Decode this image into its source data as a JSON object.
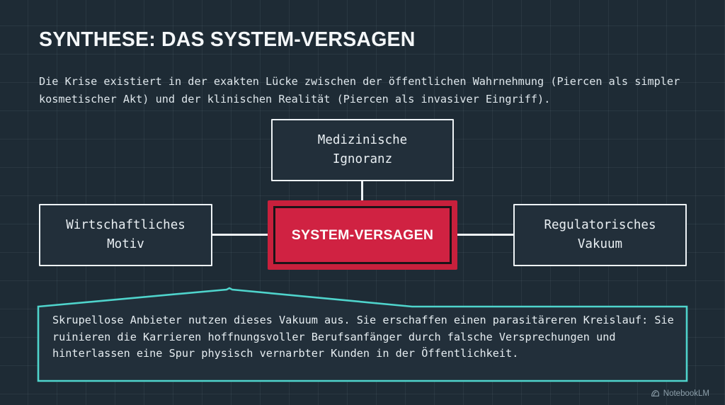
{
  "page": {
    "title": "SYNTHESE: DAS SYSTEM-VERSAGEN",
    "subtitle": "Die Krise existiert in der exakten Lücke zwischen der öffentlichen Wahrnehmung (Piercen als simpler kosmetischer Akt) und der klinischen Realität (Piercen als invasiver Eingriff)."
  },
  "diagram": {
    "center": {
      "label": "SYSTEM-VERSAGEN",
      "fill_color": "#d02242",
      "ring_color": "#c8203c"
    },
    "nodes": [
      {
        "id": "top",
        "label": "Medizinische\nIgnoranz",
        "line1": "Medizinische",
        "line2": "Ignoranz"
      },
      {
        "id": "left",
        "label": "Wirtschaftliches\nMotiv",
        "line1": "Wirtschaftliches",
        "line2": "Motiv"
      },
      {
        "id": "right",
        "label": "Regulatorisches\nVakuum",
        "line1": "Regulatorisches",
        "line2": "Vakuum"
      }
    ]
  },
  "callout": {
    "text": "Skrupellose Anbieter nutzen dieses Vakuum aus. Sie erschaffen einen parasitäreren Kreislauf: Sie ruinieren die Karrieren hoffnungsvoller Berufsanfänger durch falsche Versprechungen und hinterlassen eine Spur physisch vernarbter Kunden in der Öffentlichkeit.",
    "border_color": "#4fd4cc"
  },
  "watermark": {
    "label": "NotebookLM",
    "icon": "notebooklm-logo-icon"
  },
  "theme": {
    "background": "#1e2b35",
    "text": "#e6edf1",
    "accent_red": "#d02242",
    "accent_teal": "#4fd4cc"
  }
}
